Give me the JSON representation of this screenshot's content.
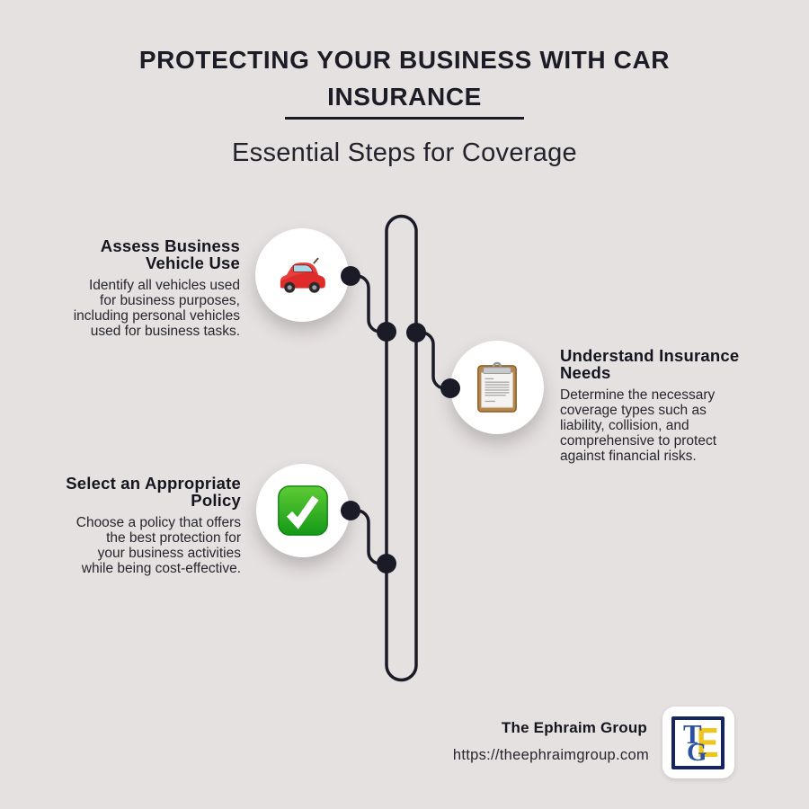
{
  "header": {
    "title": "PROTECTING YOUR BUSINESS WITH CAR\nINSURANCE",
    "subtitle": "Essential Steps for Coverage"
  },
  "steps": [
    {
      "heading": "Assess Business\nVehicle Use",
      "body": "Identify all vehicles used\nfor business purposes,\nincluding personal vehicles\nused for business tasks.",
      "icon": "red-car-icon"
    },
    {
      "heading": "Understand Insurance\nNeeds",
      "body": "Determine the necessary\ncoverage types such as\nliability, collision, and\ncomprehensive to protect\nagainst financial risks.",
      "icon": "clipboard-icon"
    },
    {
      "heading": "Select an Appropriate\nPolicy",
      "body": "Choose a policy that offers\nthe best protection for\nyour business activities\nwhile being cost-effective.",
      "icon": "check-mark-icon"
    }
  ],
  "footer": {
    "company": "The Ephraim Group",
    "url": "https://theephraimgroup.com",
    "logo": {
      "t": "T",
      "g": "G",
      "e": "E"
    }
  },
  "colors": {
    "background": "#e5e1e0",
    "ink": "#1b1b28",
    "logo_blue": "#2a52a2",
    "logo_yellow": "#eec51c",
    "logo_navy": "#16265c",
    "car_red": "#e02b2b",
    "check_green": "#23a127",
    "clipboard_brown": "#b5854a"
  }
}
